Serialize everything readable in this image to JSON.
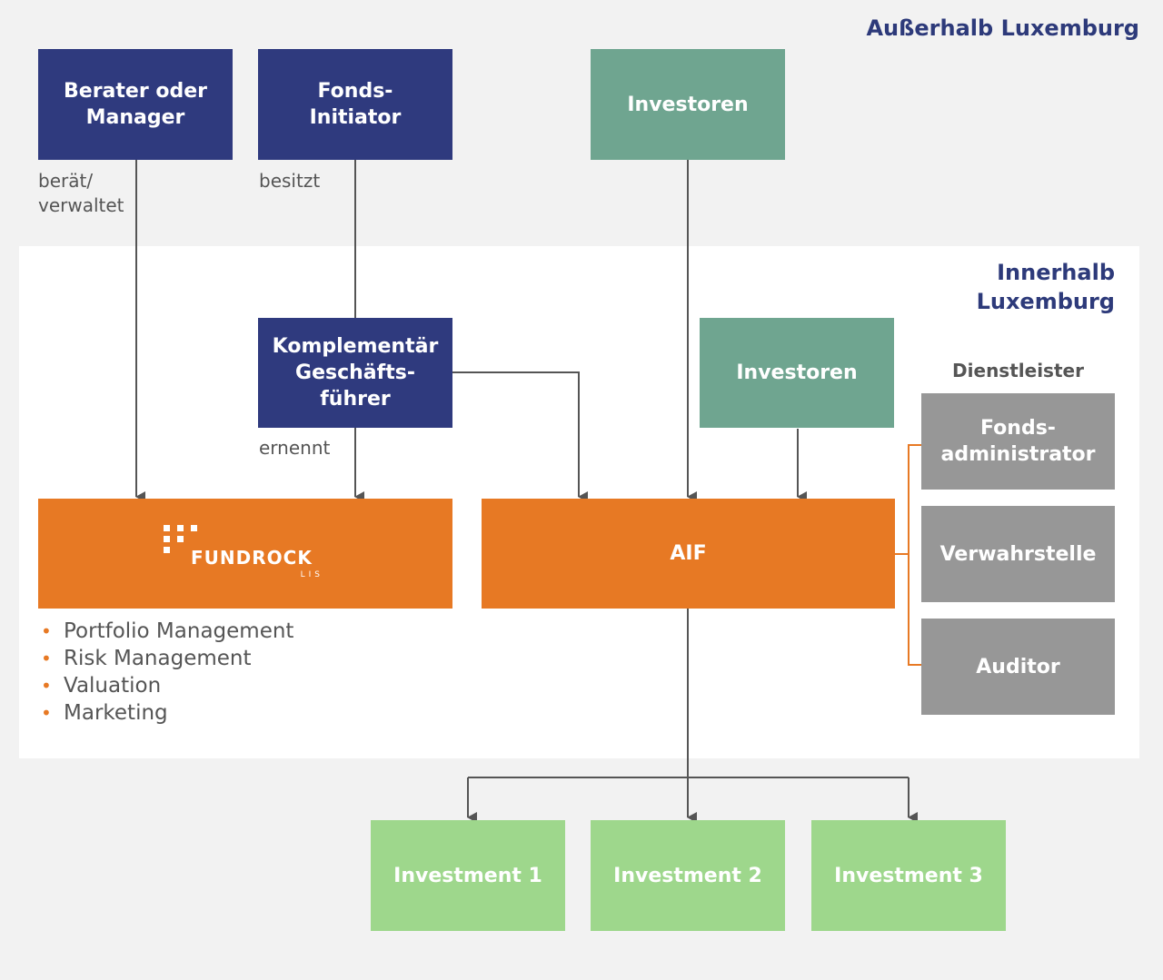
{
  "regions": {
    "outside": "Außerhalb Luxemburg",
    "inside": "Innerhalb\nLuxemburg"
  },
  "nodes": {
    "berater": "Berater oder\nManager",
    "initiator": "Fonds-\nInitiator",
    "investoren_outside": "Investoren",
    "komplementaer": "Komplementär\nGeschäfts-\nführer",
    "investoren_inside": "Investoren",
    "fundrock": "FUNDROCK",
    "fundrock_sub": "LIS",
    "aif": "AIF",
    "fondsadmin": "Fonds-\nadministrator",
    "verwahrstelle": "Verwahrstelle",
    "auditor": "Auditor",
    "investment1": "Investment 1",
    "investment2": "Investment 2",
    "investment3": "Investment 3"
  },
  "edge_labels": {
    "beraet": "berät/\nverwaltet",
    "besitzt": "besitzt",
    "ernennt": "ernennt"
  },
  "dienstleister_label": "Dienstleister",
  "fundrock_services": [
    "Portfolio Management",
    "Risk Management",
    "Valuation",
    "Marketing"
  ],
  "colors": {
    "navy": "#2f3a7e",
    "teal": "#6fa590",
    "orange": "#e77924",
    "gray": "#979797",
    "green": "#9ed78c",
    "region_text": "#2d3a7a"
  }
}
